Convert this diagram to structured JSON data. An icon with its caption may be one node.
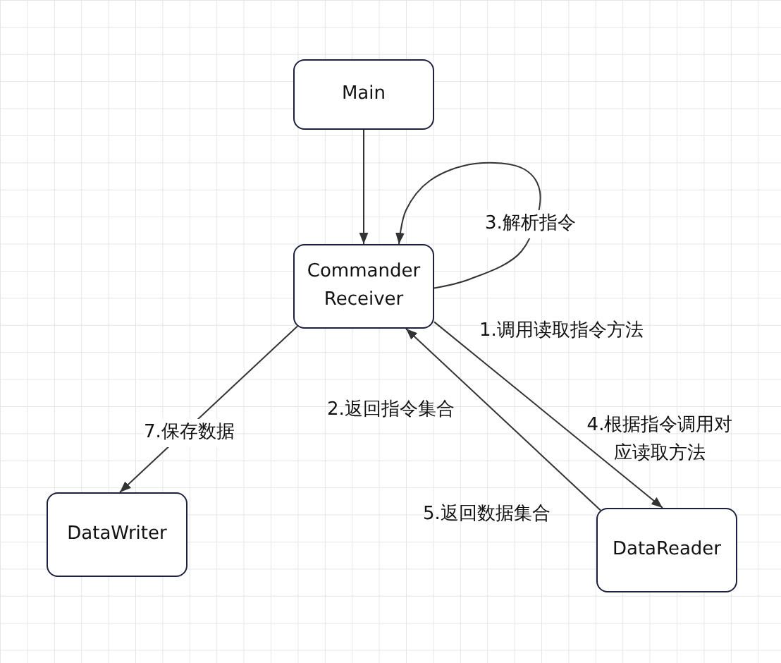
{
  "diagram": {
    "nodes": [
      {
        "text": [
          "Main"
        ]
      },
      {
        "text": [
          "Commander Receiver"
        ]
      },
      {
        "text": [
          "DataWriter"
        ]
      },
      {
        "text": [
          "DataReader"
        ]
      }
    ],
    "edges": [
      {
        "from": 0,
        "to": 1,
        "arrow": "to"
      },
      {
        "from": 1,
        "to": 3,
        "arrow": "to",
        "label": "1.调用读取指令方法"
      },
      {
        "from": 3,
        "to": 1,
        "arrow": "to",
        "label": "2.返回指令集合"
      },
      {
        "from": 1,
        "to": 1,
        "arrow": "to",
        "label": "3.解析指令"
      },
      {
        "from": 1,
        "to": 2,
        "arrow": "to",
        "label": "7.保存数据"
      }
    ],
    "labels": [
      "4.根据指令调用对应读取方法",
      "5.返回数据集合"
    ]
  }
}
